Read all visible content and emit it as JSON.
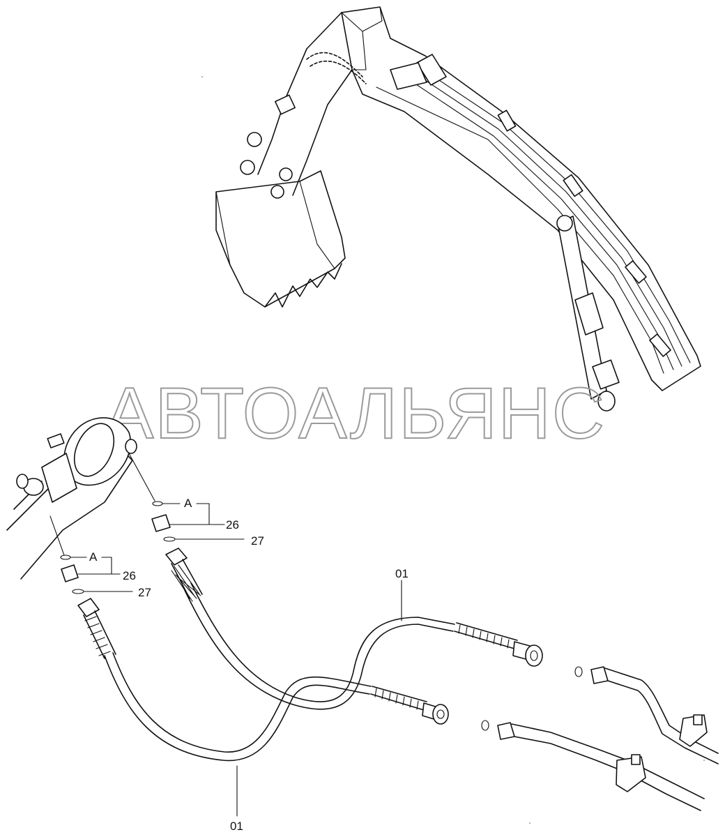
{
  "watermark": "АВТОАЛЬЯНС",
  "callouts": {
    "hose_upper": "01",
    "hose_lower": "01",
    "adapter_upper": "26",
    "adapter_lower": "26",
    "oring_upper": "27",
    "oring_lower": "27",
    "detail_upper": "A",
    "detail_lower": "A"
  },
  "colors": {
    "line": "#111111",
    "watermark": "#9a9a9a",
    "background": "#ffffff"
  }
}
